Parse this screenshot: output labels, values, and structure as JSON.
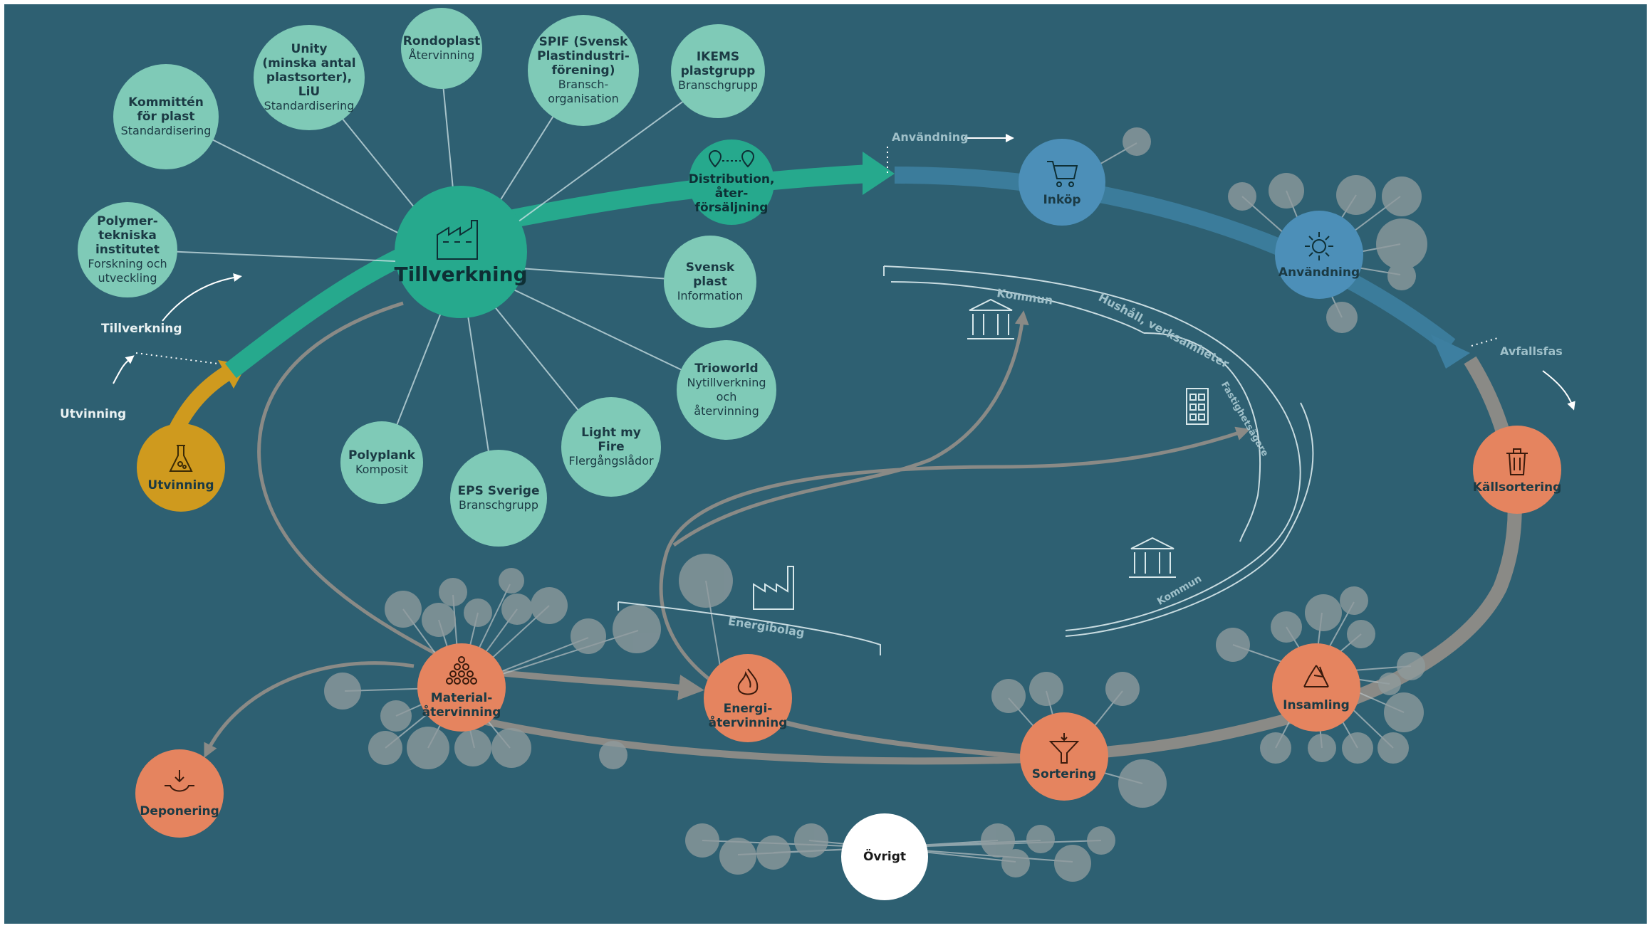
{
  "colors": {
    "background": "#2e6072",
    "mint": "#7fcab7",
    "teal": "#26a98d",
    "gold": "#cf9a1e",
    "blue": "#4c8fb8",
    "orange": "#e5845f",
    "grey": "#8a8a86",
    "white": "#ffffff"
  },
  "center": {
    "title": "Tillverkning",
    "icon": "factory-icon"
  },
  "actors": [
    {
      "title": "Kommittén\nför plast",
      "sub": "Standardisering"
    },
    {
      "title": "Unity\n(minska antal\nplastsorter), LiU",
      "sub": "Standardisering"
    },
    {
      "title": "Rondoplast",
      "sub": "Återvinning"
    },
    {
      "title": "SPIF (Svensk\nPlastindustri-\nförening)",
      "sub": "Bransch-\norganisation"
    },
    {
      "title": "IKEMS\nplastgrupp",
      "sub": "Branschgrupp"
    },
    {
      "title": "Polymer-\ntekniska\ninstitutet",
      "sub": "Forskning och\nutveckling"
    },
    {
      "title": "Svensk plast",
      "sub": "Information"
    },
    {
      "title": "Trioworld",
      "sub": "Nytillverkning\noch återvinning"
    },
    {
      "title": "Light my Fire",
      "sub": "Flergångslådor"
    },
    {
      "title": "EPS Sverige",
      "sub": "Branschgrupp"
    },
    {
      "title": "Polyplank",
      "sub": "Komposit"
    }
  ],
  "stages": {
    "distribution": {
      "title": "Distribution,\nåter-\nförsäljning",
      "icon": "map-pin-icon"
    },
    "utvinning": {
      "title": "Utvinning",
      "icon": "flask-icon"
    },
    "inkop": {
      "title": "Inköp",
      "icon": "cart-icon"
    },
    "anvandning": {
      "title": "Användning",
      "icon": "gear-icon"
    },
    "kallsortering": {
      "title": "Källsortering",
      "icon": "trash-icon"
    },
    "insamling": {
      "title": "Insamling",
      "icon": "recycle-icon"
    },
    "sortering": {
      "title": "Sortering",
      "icon": "funnel-icon"
    },
    "energi": {
      "title": "Energi-\nåtervinning",
      "icon": "flame-icon"
    },
    "material": {
      "title": "Material-\nåtervinning",
      "icon": "pellets-icon"
    },
    "deponering": {
      "title": "Deponering",
      "icon": "landfill-icon"
    },
    "ovrigt": {
      "title": "Övrigt"
    }
  },
  "phase_labels": {
    "utvinning": "Utvinning",
    "tillverkning": "Tillverkning",
    "anvandning": "Användning",
    "avfallsfas": "Avfallsfas"
  },
  "arc_labels": {
    "kommun_top": "Kommun",
    "hushall": "Hushåll, verksamheter",
    "fastighetsagare": "Fastighetsägare",
    "kommun_bottom": "Kommun",
    "energibolag": "Energibolag"
  },
  "arc_icons": [
    "town-hall-icon",
    "apartment-building-icon",
    "town-hall-icon",
    "power-plant-icon"
  ]
}
